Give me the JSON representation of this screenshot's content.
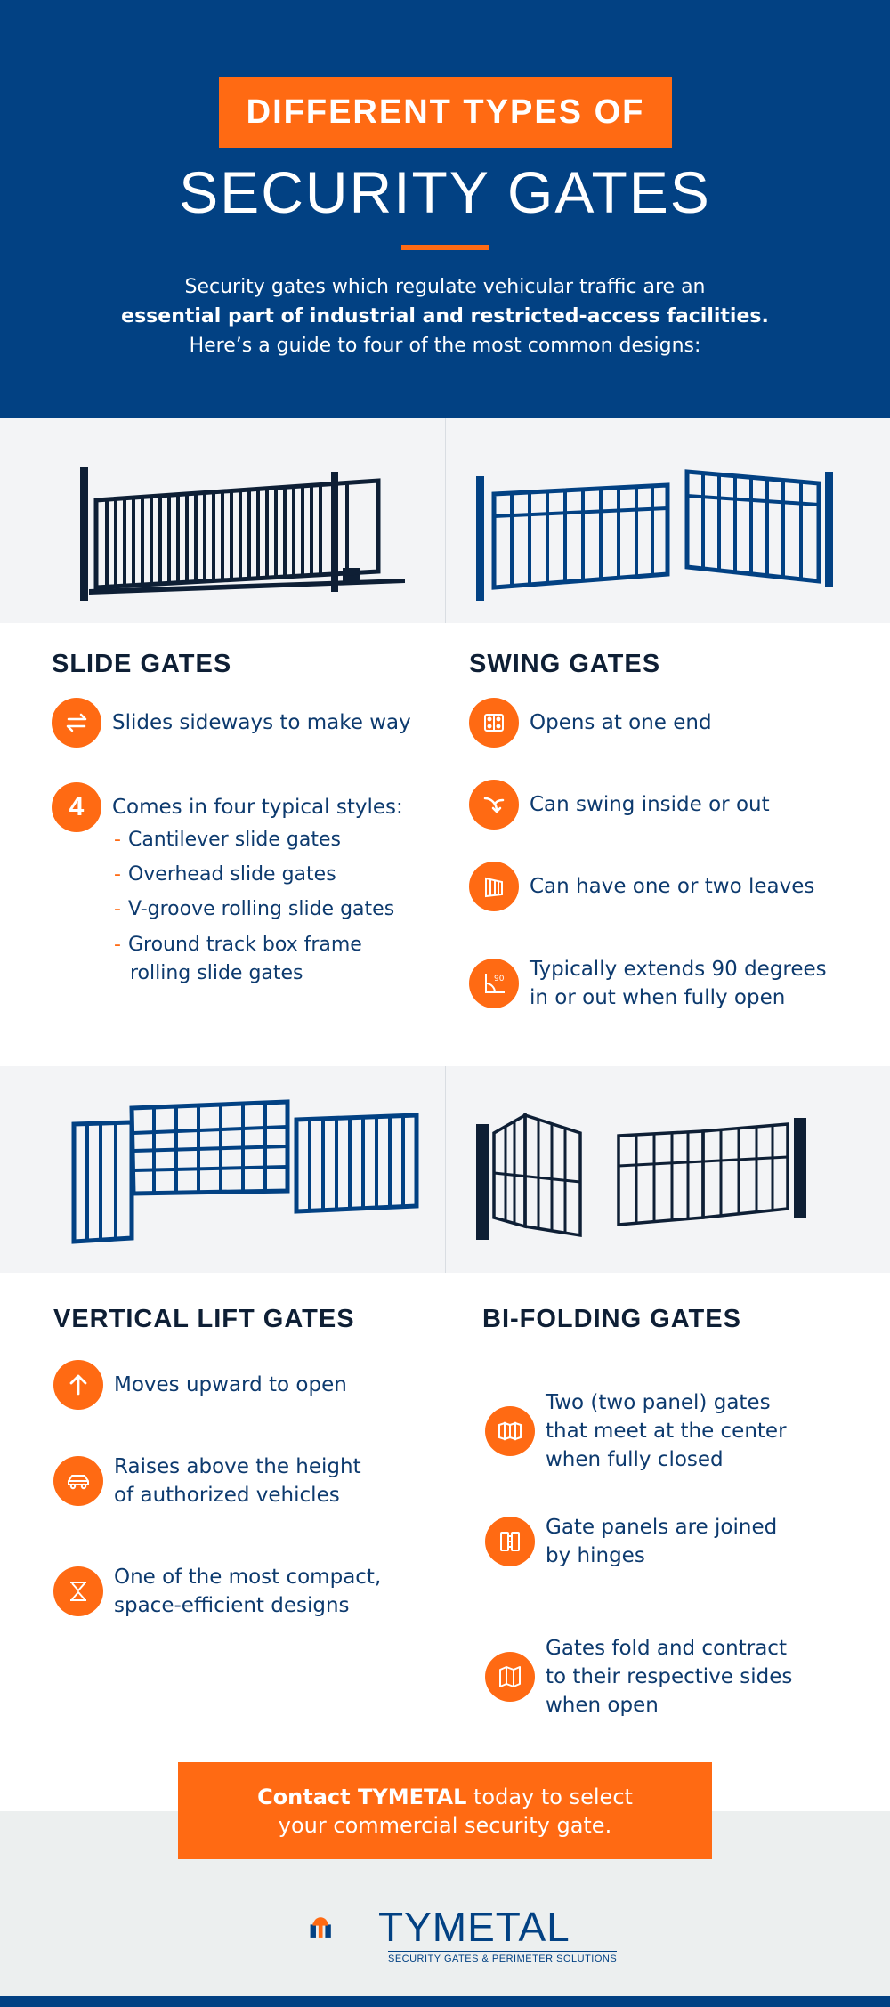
{
  "header": {
    "banner": "DIFFERENT TYPES OF",
    "title": "SECURITY GATES",
    "intro_line1": "Security gates which regulate vehicular traffic are an",
    "intro_line2": "essential part of industrial and restricted-access facilities.",
    "intro_line3": "Here’s a guide to four of the most common designs:"
  },
  "slide": {
    "title": "SLIDE GATES",
    "item1": "Slides sideways to make way",
    "item2": "Comes in four typical styles:",
    "styles": [
      "Cantilever slide gates",
      "Overhead slide gates",
      "V-groove rolling slide gates",
      "Ground track box frame",
      "rolling slide gates"
    ],
    "icon2_number": "4"
  },
  "swing": {
    "title": "SWING GATES",
    "item1": "Opens at one end",
    "item2": "Can swing inside or out",
    "item3": "Can have one or two leaves",
    "item4_line1": "Typically extends 90 degrees",
    "item4_line2": "in or out when fully open",
    "icon4_number": "90"
  },
  "lift": {
    "title": "VERTICAL LIFT GATES",
    "item1": "Moves upward to open",
    "item2_line1": "Raises above the height",
    "item2_line2": "of authorized vehicles",
    "item3_line1": "One of the most compact,",
    "item3_line2": "space-efficient designs"
  },
  "bifold": {
    "title": "BI-FOLDING GATES",
    "item1_line1": "Two (two panel) gates",
    "item1_line2": "that meet at the center",
    "item1_line3": "when fully closed",
    "item2_line1": "Gate panels are joined",
    "item2_line2": "by hinges",
    "item3_line1": "Gates fold and contract",
    "item3_line2": "to their respective sides",
    "item3_line3": "when open"
  },
  "cta": {
    "bold": "Contact TYMETAL",
    "rest": " today to select",
    "line2": "your commercial security gate."
  },
  "logo": {
    "name": "TYMETAL",
    "tagline": "SECURITY GATES & PERIMETER SOLUTIONS"
  },
  "colors": {
    "navy": "#024183",
    "orange": "#ff6a13",
    "dark": "#0e1f35",
    "band": "#f3f4f6"
  }
}
